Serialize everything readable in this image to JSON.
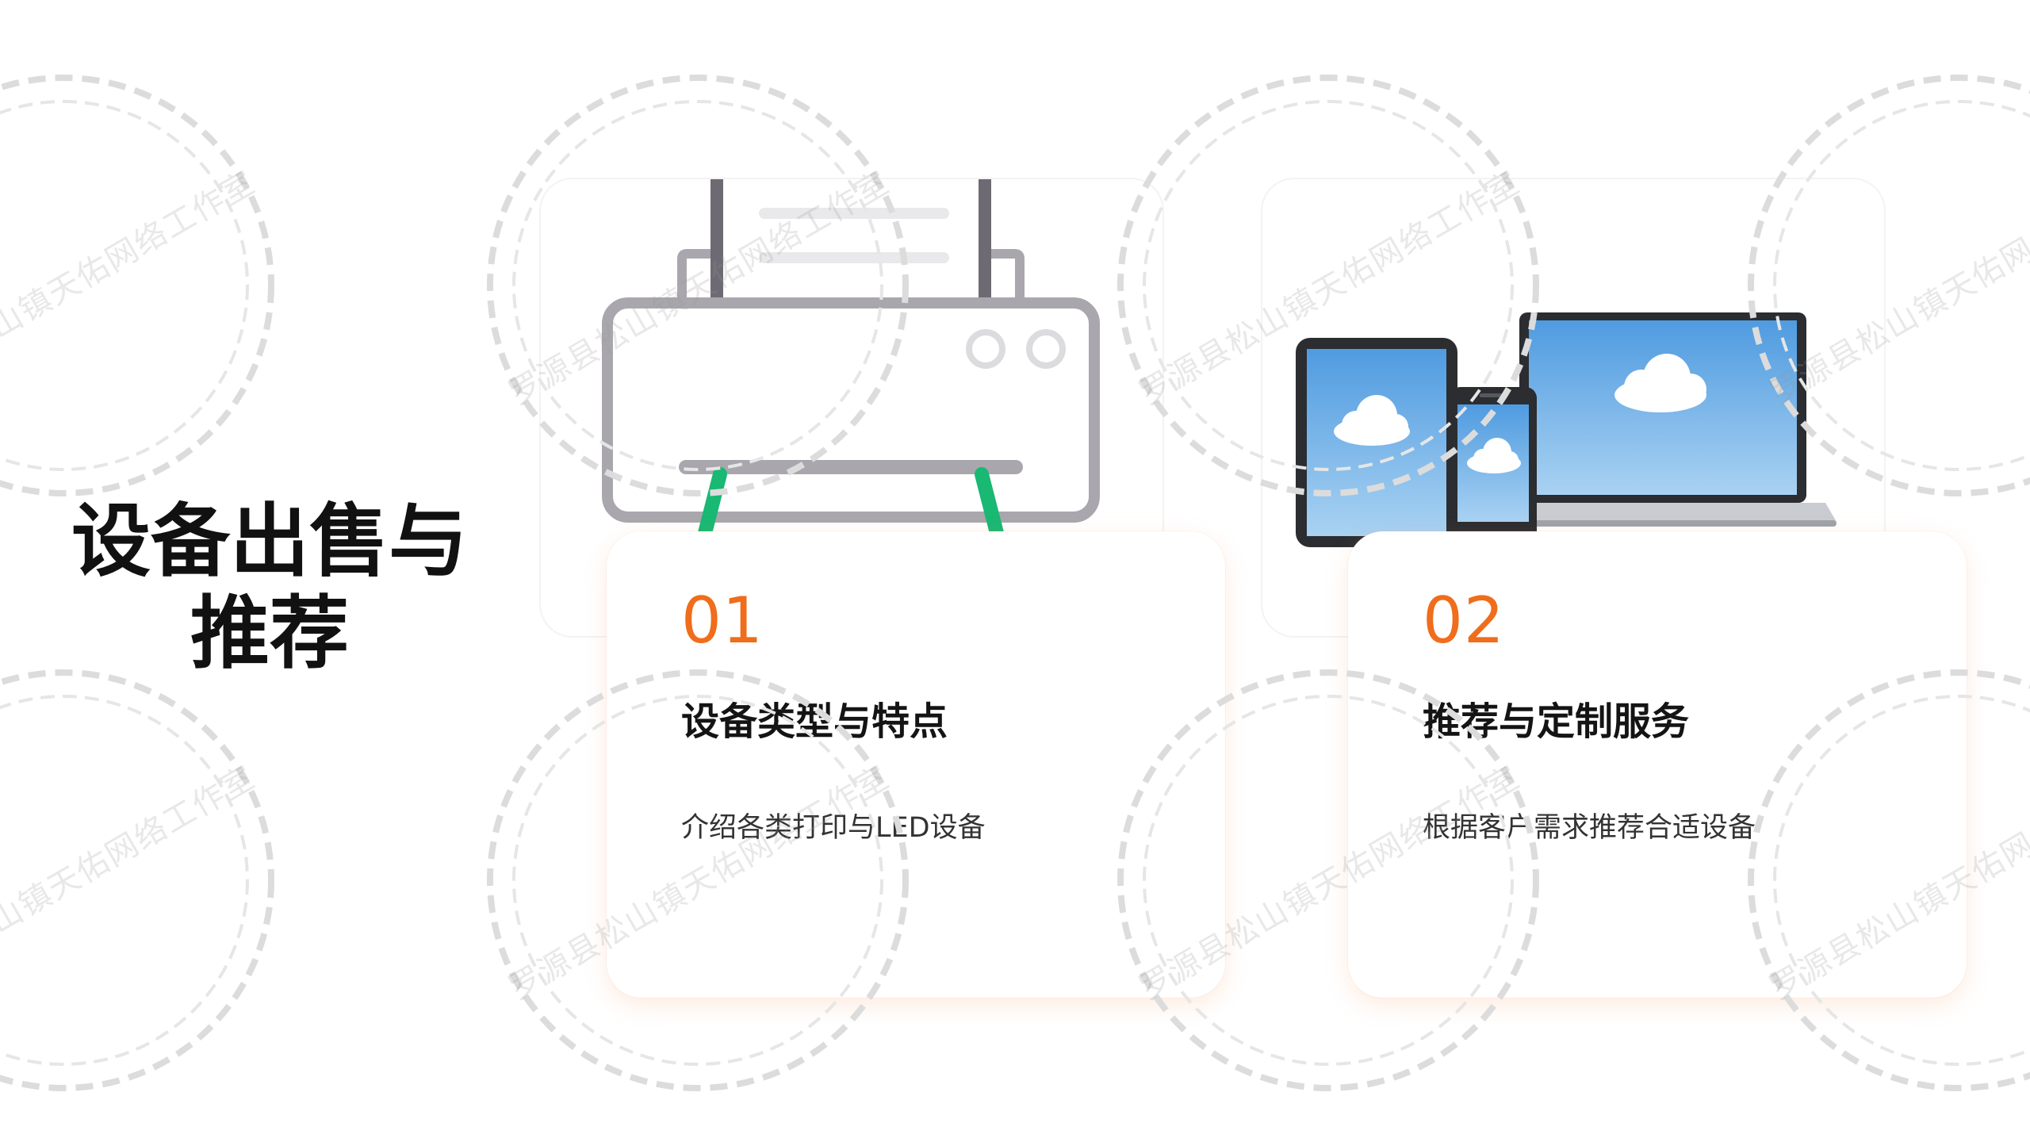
{
  "slide": {
    "title": "设备出售与\n推荐"
  },
  "cards": [
    {
      "number": "01",
      "heading": "设备类型与特点",
      "description": "介绍各类打印与LED设备"
    },
    {
      "number": "02",
      "heading": "推荐与定制服务",
      "description": "根据客户需求推荐合适设备"
    }
  ],
  "images": [
    {
      "icon": "printer-illustration-icon"
    },
    {
      "icon": "devices-cloud-illustration-icon"
    }
  ],
  "watermark": {
    "text": "罗源县松山镇天佑网络工作室"
  },
  "colors": {
    "accent": "#ef6d1b",
    "card_glow": "#f5965a",
    "text_dark": "#141414",
    "printer_gray": "#a9a7ad",
    "printer_leg_green": "#19b873",
    "screen_blue": "#5aa5e0"
  }
}
